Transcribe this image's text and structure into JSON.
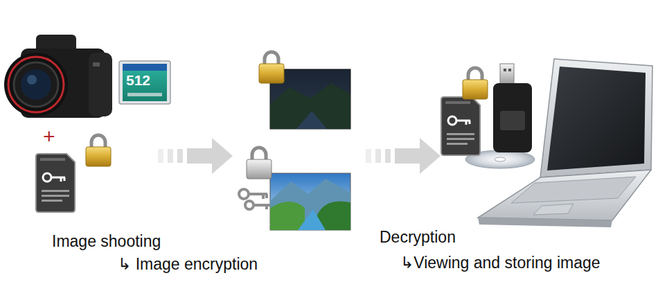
{
  "diagram": {
    "labels": [
      "512",
      "+",
      "Image shooting",
      "↳ Image encryption",
      "Decryption",
      "↳Viewing and storing image"
    ]
  }
}
